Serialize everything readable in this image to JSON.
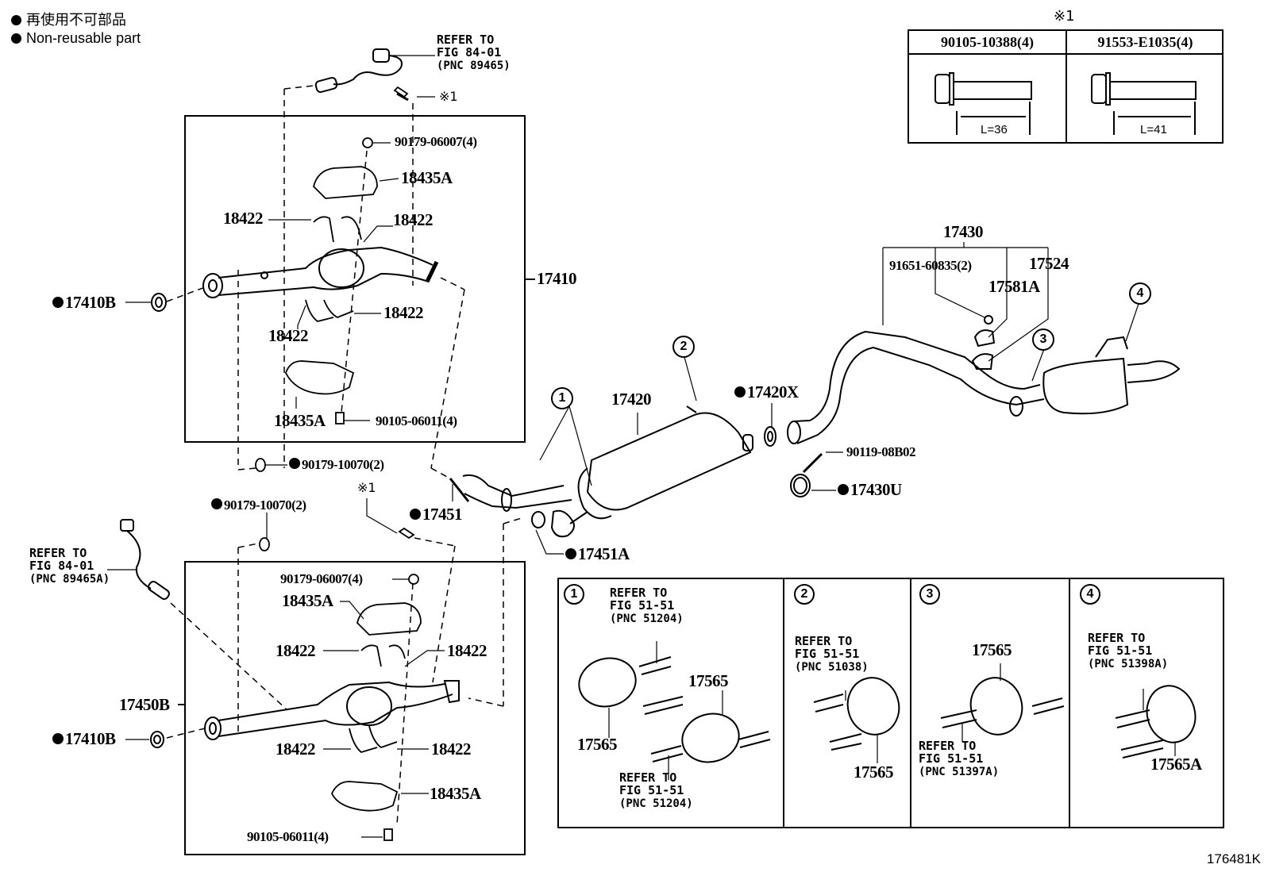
{
  "legend": {
    "jp": "再使用不可部品",
    "en": "Non-reusable part"
  },
  "figure_id": "176481K",
  "note_table": {
    "mark": "※1",
    "columns": [
      {
        "part_number": "90105-10388(4)",
        "length": "L=36"
      },
      {
        "part_number": "91553-E1035(4)",
        "length": "L=41"
      }
    ]
  },
  "upper_assembly": {
    "assembly_label": "17410",
    "sensor_ref": {
      "line1": "REFER TO",
      "line2": "FIG 84-01",
      "line3": "(PNC 89465)"
    },
    "note_mark": "※1",
    "labels": {
      "nut": "90179-06007(4)",
      "insulator_top": "18435A",
      "bracket_tl": "18422",
      "bracket_tr": "18422",
      "bracket_br": "18422",
      "bracket_bl": "18422",
      "insulator_bottom": "18435A",
      "bolt": "90105-06011(4)",
      "gasket": "17410B",
      "nut_outer": "90179-10070(2)"
    }
  },
  "lower_assembly": {
    "assembly_label": "17450B",
    "sensor_ref": {
      "line1": "REFER TO",
      "line2": "FIG 84-01",
      "line3": "(PNC 89465A)"
    },
    "note_mark": "※1",
    "labels": {
      "nut_outer": "90179-10070(2)",
      "nut": "90179-06007(4)",
      "insulator_top": "18435A",
      "bracket_tl": "18422",
      "bracket_tr": "18422",
      "bracket_bl": "18422",
      "bracket_br": "18422",
      "insulator_bottom": "18435A",
      "bolt": "90105-06011(4)",
      "gasket": "17410B"
    }
  },
  "center_parts": {
    "gasket_17451": "17451",
    "gasket_17451a": "17451A",
    "muffler": "17420",
    "gasket_17420x": "17420X",
    "bolt": "90119-08B02",
    "clamp": "17430U",
    "callout_1": "1",
    "callout_2": "2"
  },
  "tail_assembly": {
    "assembly_label": "17430",
    "bolt": "91651-60835(2)",
    "hanger_a": "17581A",
    "hanger_b": "17524",
    "callout_3": "3",
    "callout_4": "4"
  },
  "detail_panels": [
    {
      "num": "1",
      "refs": [
        {
          "line1": "REFER TO",
          "line2": "FIG 51-51",
          "line3": "(PNC 51204)"
        },
        {
          "line1": "REFER TO",
          "line2": "FIG 51-51",
          "line3": "(PNC 51204)"
        }
      ],
      "parts": [
        "17565",
        "17565"
      ]
    },
    {
      "num": "2",
      "refs": [
        {
          "line1": "REFER TO",
          "line2": "FIG 51-51",
          "line3": "(PNC 51038)"
        }
      ],
      "parts": [
        "17565"
      ]
    },
    {
      "num": "3",
      "refs": [
        {
          "line1": "REFER TO",
          "line2": "FIG 51-51",
          "line3": "(PNC 51397A)"
        }
      ],
      "parts": [
        "17565"
      ]
    },
    {
      "num": "4",
      "refs": [
        {
          "line1": "REFER TO",
          "line2": "FIG 51-51",
          "line3": "(PNC 51398A)"
        }
      ],
      "parts": [
        "17565A"
      ]
    }
  ]
}
